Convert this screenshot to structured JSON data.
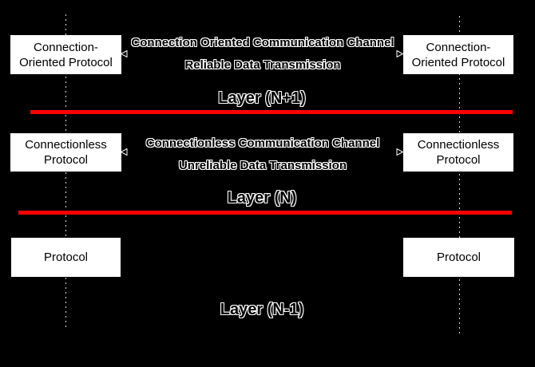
{
  "diagram": {
    "colors": {
      "background": "#000000",
      "layer_divider": "#FF0000",
      "box_fill": "#FFFFFF",
      "box_text": "#000000",
      "outline_text_fill": "#000000",
      "outline_text_stroke": "#FFFFFF",
      "dotted_line": "#D9D9D9"
    },
    "layers": [
      {
        "label": "Layer (N+1)",
        "left_box_lines": [
          "Connection-",
          "Oriented Protocol"
        ],
        "right_box_lines": [
          "Connection-",
          "Oriented Protocol"
        ],
        "channel_lines": [
          "Connection Oriented Communication Channel",
          "Reliable Data Transmission"
        ]
      },
      {
        "label": "Layer (N)",
        "left_box_lines": [
          "Connectionless",
          "Protocol"
        ],
        "right_box_lines": [
          "Connectionless",
          "Protocol"
        ],
        "channel_lines": [
          "Connectionless Communication Channel",
          "Unreliable Data Transmission"
        ]
      },
      {
        "label": "Layer (N-1)",
        "left_box_lines": [
          "Protocol"
        ],
        "right_box_lines": [
          "Protocol"
        ]
      }
    ],
    "icons": {
      "left_arrowhead": "open-triangle-left",
      "right_arrowhead": "open-triangle-right"
    }
  }
}
